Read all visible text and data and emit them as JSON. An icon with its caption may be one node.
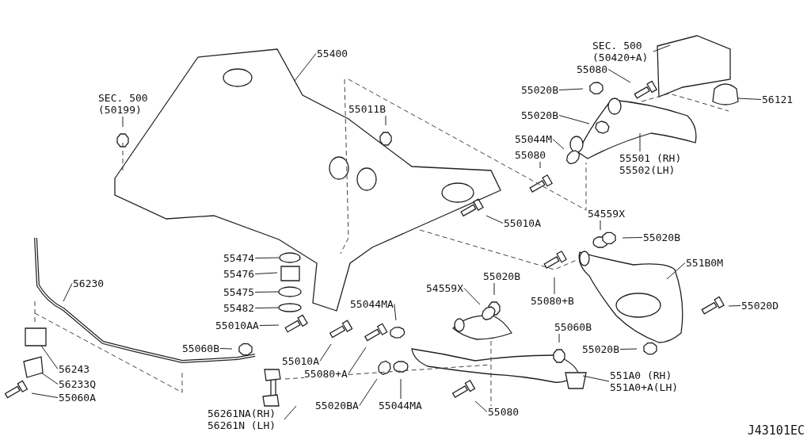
{
  "diagram": {
    "nodes": [
      {
        "text": [
          "55400"
        ]
      },
      {
        "text": [
          "SEC. 500 (50199)"
        ]
      },
      {
        "text": [
          "55011B"
        ]
      },
      {
        "text": [
          "SEC. 500 (50420+A)"
        ]
      },
      {
        "text": [
          "55080"
        ]
      },
      {
        "text": [
          "55020B"
        ]
      },
      {
        "text": [
          "55020B"
        ]
      },
      {
        "text": [
          "55044M"
        ]
      },
      {
        "text": [
          "55080"
        ]
      },
      {
        "text": [
          "56121"
        ]
      },
      {
        "text": [
          "55501 (RH) 55502(LH)"
        ]
      },
      {
        "text": [
          "55010A"
        ]
      },
      {
        "text": [
          "54559X"
        ]
      },
      {
        "text": [
          "55020B"
        ]
      },
      {
        "text": [
          "551B0M"
        ]
      },
      {
        "text": [
          "55474"
        ]
      },
      {
        "text": [
          "55476"
        ]
      },
      {
        "text": [
          "55475"
        ]
      },
      {
        "text": [
          "55482"
        ]
      },
      {
        "text": [
          "55010AA"
        ]
      },
      {
        "text": [
          "56230"
        ]
      },
      {
        "text": [
          "55020B"
        ]
      },
      {
        "text": [
          "54559X"
        ]
      },
      {
        "text": [
          "55044MA"
        ]
      },
      {
        "text": [
          "55080+B"
        ]
      },
      {
        "text": [
          "55020D"
        ]
      },
      {
        "text": [
          "55060B"
        ]
      },
      {
        "text": [
          "55060B"
        ]
      },
      {
        "text": [
          "55020B"
        ]
      },
      {
        "text": [
          "55010A"
        ]
      },
      {
        "text": [
          "55080+A"
        ]
      },
      {
        "text": [
          "56243"
        ]
      },
      {
        "text": [
          "56233Q"
        ]
      },
      {
        "text": [
          "551A0 (RH) 551A0+A(LH)"
        ]
      },
      {
        "text": [
          "55060A"
        ]
      },
      {
        "text": [
          "56261NA(RH) 56261N (LH)"
        ]
      },
      {
        "text": [
          "55020BA"
        ]
      },
      {
        "text": [
          "55044MA"
        ]
      },
      {
        "text": [
          "55080"
        ]
      }
    ],
    "edges": [
      {
        "from": 0,
        "to": null,
        "arrow": "none"
      },
      {
        "from": 1,
        "to": null,
        "arrow": "none"
      },
      {
        "from": 2,
        "to": null,
        "arrow": "none"
      },
      {
        "from": 3,
        "to": null,
        "arrow": "none"
      },
      {
        "from": 4,
        "to": null,
        "arrow": "none"
      },
      {
        "from": 5,
        "to": null,
        "arrow": "none"
      },
      {
        "from": 6,
        "to": null,
        "arrow": "none"
      },
      {
        "from": 7,
        "to": null,
        "arrow": "none"
      },
      {
        "from": 8,
        "to": null,
        "arrow": "none"
      },
      {
        "from": 9,
        "to": null,
        "arrow": "none"
      },
      {
        "from": 10,
        "to": null,
        "arrow": "none"
      },
      {
        "from": 11,
        "to": null,
        "arrow": "none"
      },
      {
        "from": 12,
        "to": null,
        "arrow": "none"
      },
      {
        "from": 13,
        "to": null,
        "arrow": "none"
      },
      {
        "from": 14,
        "to": null,
        "arrow": "none"
      },
      {
        "from": 15,
        "to": null,
        "arrow": "none"
      },
      {
        "from": 16,
        "to": null,
        "arrow": "none"
      },
      {
        "from": 17,
        "to": null,
        "arrow": "none"
      },
      {
        "from": 18,
        "to": null,
        "arrow": "none"
      },
      {
        "from": 19,
        "to": null,
        "arrow": "none"
      },
      {
        "from": 20,
        "to": null,
        "arrow": "none"
      },
      {
        "from": 21,
        "to": null,
        "arrow": "none"
      },
      {
        "from": 22,
        "to": null,
        "arrow": "none"
      },
      {
        "from": 23,
        "to": null,
        "arrow": "none"
      },
      {
        "from": 24,
        "to": null,
        "arrow": "none"
      },
      {
        "from": 25,
        "to": null,
        "arrow": "none"
      },
      {
        "from": 26,
        "to": null,
        "arrow": "none"
      },
      {
        "from": 27,
        "to": null,
        "arrow": "none"
      },
      {
        "from": 28,
        "to": null,
        "arrow": "none"
      },
      {
        "from": 29,
        "to": null,
        "arrow": "none"
      },
      {
        "from": 30,
        "to": null,
        "arrow": "none"
      },
      {
        "from": 31,
        "to": null,
        "arrow": "none"
      },
      {
        "from": 32,
        "to": null,
        "arrow": "none"
      },
      {
        "from": 33,
        "to": null,
        "arrow": "none"
      },
      {
        "from": 34,
        "to": null,
        "arrow": "none"
      },
      {
        "from": 35,
        "to": null,
        "arrow": "none"
      },
      {
        "from": 36,
        "to": null,
        "arrow": "none"
      },
      {
        "from": 37,
        "to": null,
        "arrow": "none"
      },
      {
        "from": 38,
        "to": null,
        "arrow": "none"
      }
    ],
    "labels": [
      "J43101EC"
    ]
  }
}
